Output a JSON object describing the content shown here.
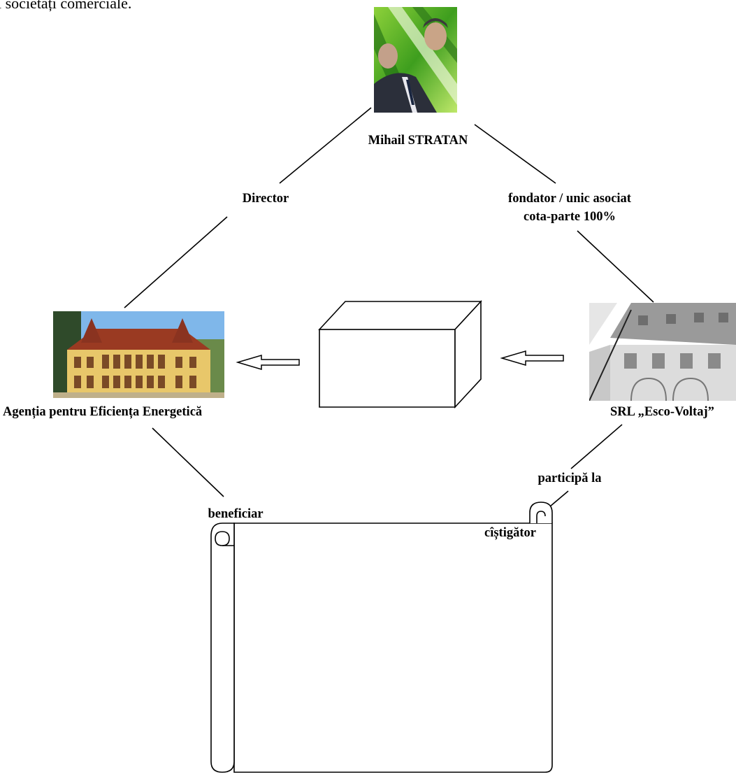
{
  "header": {
    "partial_text": "i societăți comerciale."
  },
  "nodes": {
    "person": {
      "name": "Mihail STRATAN",
      "photo_icon": "person-photo"
    },
    "agency": {
      "name": "Agenția pentru Eficiența Energetică",
      "photo_icon": "building-photo"
    },
    "company": {
      "name": "SRL „Esco-Voltaj”",
      "photo_icon": "building-photo"
    },
    "box": {
      "icon": "cube-shape"
    },
    "contract": {
      "icon": "scroll-shape"
    }
  },
  "edges": {
    "person_agency": "Director",
    "person_company_line1": "fondator / unic asociat",
    "person_company_line2": "cota-parte 100%",
    "agency_contract": "beneficiar",
    "company_contract_1": "participă la",
    "company_contract_2": "cîștigător"
  },
  "colors": {
    "line": "#000000",
    "background": "#ffffff"
  }
}
